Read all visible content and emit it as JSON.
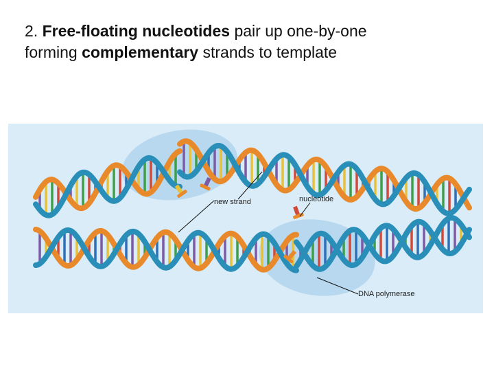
{
  "slide": {
    "title_line1": {
      "number": "2.",
      "bold": "Free-floating nucleotides",
      "rest": "pair up one-by-one"
    },
    "title_line2": {
      "start": "forming",
      "bold": "complementary",
      "rest": "strands to template"
    }
  },
  "figure": {
    "labels": {
      "new_strand": "new strand",
      "nucleotide": "nucleotide",
      "dna_polymerase": "DNA polymerase"
    },
    "colors": {
      "background": "#d9ecf7",
      "backbone_blue": "#2a8fb8",
      "backbone_orange": "#e8892b",
      "enzyme": "#9cc8ea",
      "base_colors": [
        "#7b5aa6",
        "#e6c13a",
        "#3f9e4c",
        "#cf4a3a",
        "#2f6fb8"
      ]
    }
  }
}
